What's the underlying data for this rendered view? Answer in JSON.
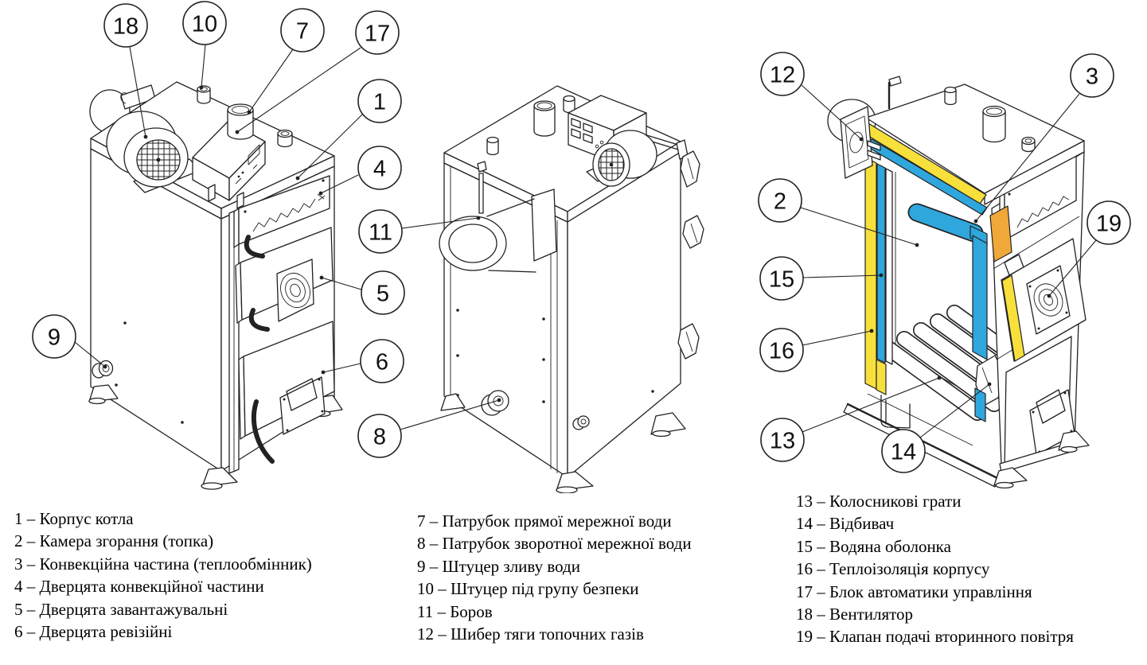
{
  "colors": {
    "line": "#222222",
    "insulation_yellow": "#F7E03C",
    "water_jacket_blue": "#2FA7DD",
    "insulation_cut_orange": "#F0A838",
    "background": "#ffffff"
  },
  "callouts": {
    "c1": {
      "num": "1"
    },
    "c2": {
      "num": "2"
    },
    "c3": {
      "num": "3"
    },
    "c4": {
      "num": "4"
    },
    "c5": {
      "num": "5"
    },
    "c6": {
      "num": "6"
    },
    "c7": {
      "num": "7"
    },
    "c8": {
      "num": "8"
    },
    "c9": {
      "num": "9"
    },
    "c10": {
      "num": "10"
    },
    "c11": {
      "num": "11"
    },
    "c12": {
      "num": "12"
    },
    "c13": {
      "num": "13"
    },
    "c14": {
      "num": "14"
    },
    "c15": {
      "num": "15"
    },
    "c16": {
      "num": "16"
    },
    "c17": {
      "num": "17"
    },
    "c18": {
      "num": "18"
    },
    "c19": {
      "num": "19"
    }
  },
  "legend": {
    "column1": [
      "1 – Корпус котла",
      "2 – Камера згорання (топка)",
      "3 – Конвекційна частина (теплообмінник)",
      "4 – Дверцята конвекційної частини",
      "5 – Дверцята завантажувальні",
      "6 – Дверцята ревізійні"
    ],
    "column2": [
      "7 – Патрубок прямої мережної води",
      "8 – Патрубок зворотної мережної води",
      "9 – Штуцер зливу води",
      "10 – Штуцер під групу безпеки",
      "11 – Боров",
      "12 – Шибер тяги топочних газів"
    ],
    "column3": [
      "13 – Колосникові грати",
      "14 – Відбивач",
      "15 – Водяна оболонка",
      "16 – Теплоізоляція корпусу",
      "17 – Блок автоматики управління",
      "18 – Вентилятор",
      "19 – Клапан подачі вторинного повітря"
    ]
  }
}
